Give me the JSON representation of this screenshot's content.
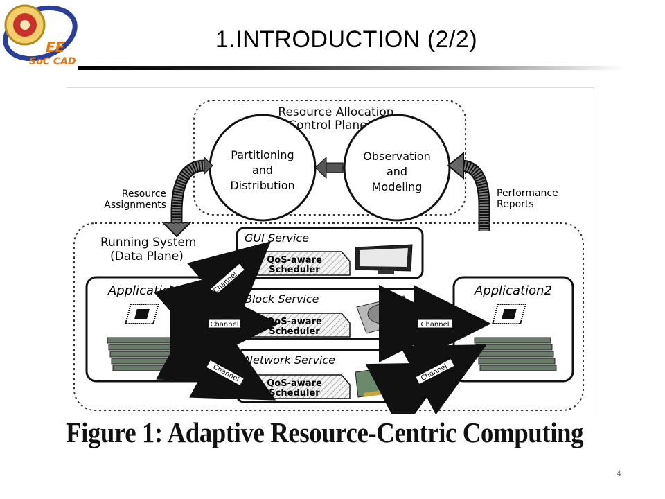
{
  "slide": {
    "title": "1.INTRODUCTION (2/2)",
    "page_number": "4",
    "logo_text": {
      "ee": "EE",
      "soc": "SoC CAD"
    },
    "caption": "Figure 1:  Adaptive Resource-Centric Computing"
  },
  "diagram": {
    "control_plane_label_1": "Resource Allocation",
    "control_plane_label_2": "(Control Plane)",
    "partition_1": "Partitioning",
    "partition_2": "and",
    "partition_3": "Distribution",
    "observe_1": "Observation",
    "observe_2": "and",
    "observe_3": "Modeling",
    "resource_assign_1": "Resource",
    "resource_assign_2": "Assignments",
    "perf_1": "Performance",
    "perf_2": "Reports",
    "data_plane_1": "Running System",
    "data_plane_2": "(Data Plane)",
    "gui_service": "GUI Service",
    "block_service": "Block Service",
    "network_service": "Network Service",
    "qos_1": "QoS-aware",
    "qos_2": "Scheduler",
    "app1": "Application1",
    "app2": "Application2",
    "channel": "Channel"
  }
}
